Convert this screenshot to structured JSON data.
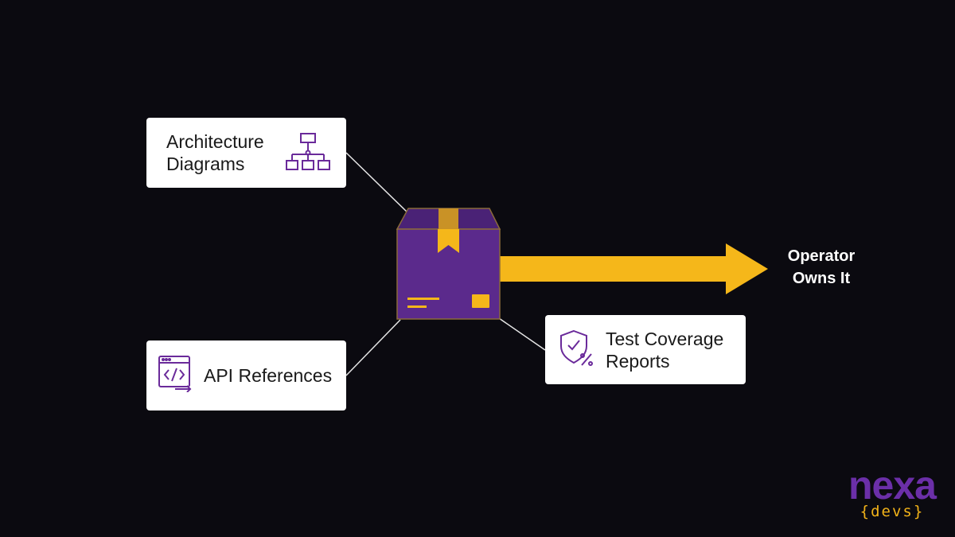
{
  "nodes": {
    "architecture": {
      "label_line1": "Architecture",
      "label_line2": "Diagrams",
      "icon": "org-chart-icon"
    },
    "api": {
      "label": "API References",
      "icon": "code-window-icon"
    },
    "test": {
      "label_line1": "Test Coverage",
      "label_line2": "Reports",
      "icon": "shield-percent-icon"
    },
    "package": {
      "icon": "package-box-icon"
    }
  },
  "outcome": {
    "line1": "Operator",
    "line2": "Owns It"
  },
  "logo": {
    "word": "nexa",
    "sub": "{devs}"
  },
  "colors": {
    "background": "#0b0a10",
    "purple": "#5b2a8c",
    "accent_yellow": "#f5b71a",
    "card": "#ffffff",
    "icon_purple": "#6a2a9a"
  }
}
